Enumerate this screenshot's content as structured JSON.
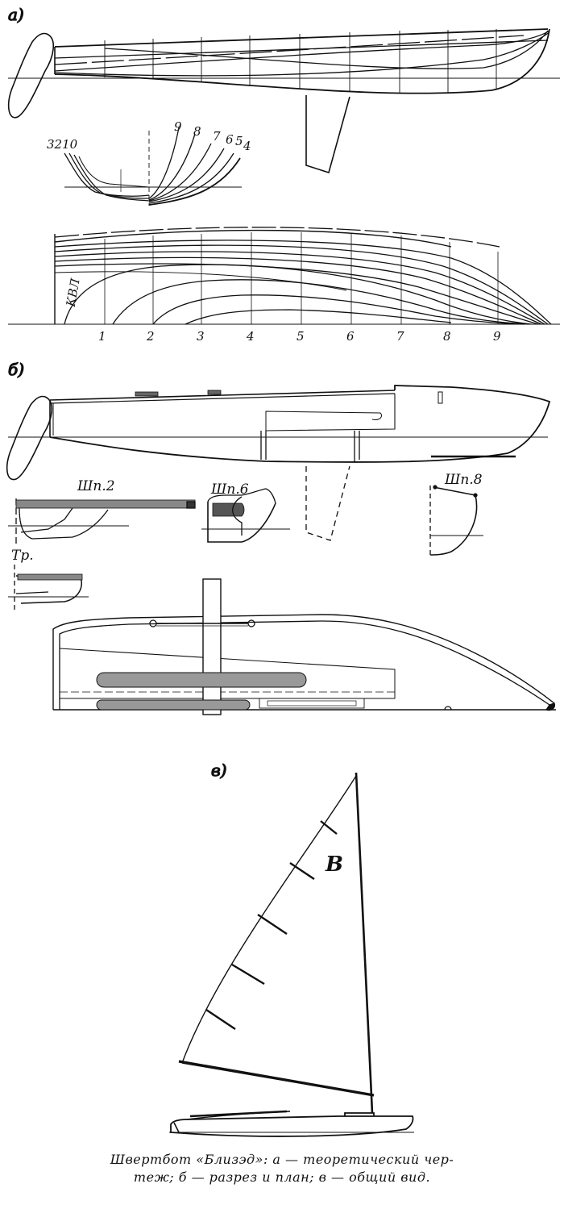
{
  "panels": {
    "a": {
      "letter": "а)"
    },
    "b": {
      "letter": "б)"
    },
    "c": {
      "letter": "в)"
    }
  },
  "body_plan_labels": {
    "left": "3210",
    "r9": "9",
    "r8": "8",
    "r7": "7",
    "r6": "6",
    "r5": "5",
    "r4": "4"
  },
  "plan_labels": {
    "kvl": "КВЛ",
    "stations": [
      "1",
      "2",
      "3",
      "4",
      "5",
      "6",
      "7",
      "8",
      "9"
    ]
  },
  "section_labels": {
    "sp2": "Шп.2",
    "sp6": "Шп.6",
    "sp8": "Шп.8",
    "tr": "Тр."
  },
  "sail_mark": "B",
  "caption": {
    "line1": "Швертбот «Близэд»: а — теоретический чер-",
    "line2": "теж; б — разрез и план; в — общий вид."
  }
}
